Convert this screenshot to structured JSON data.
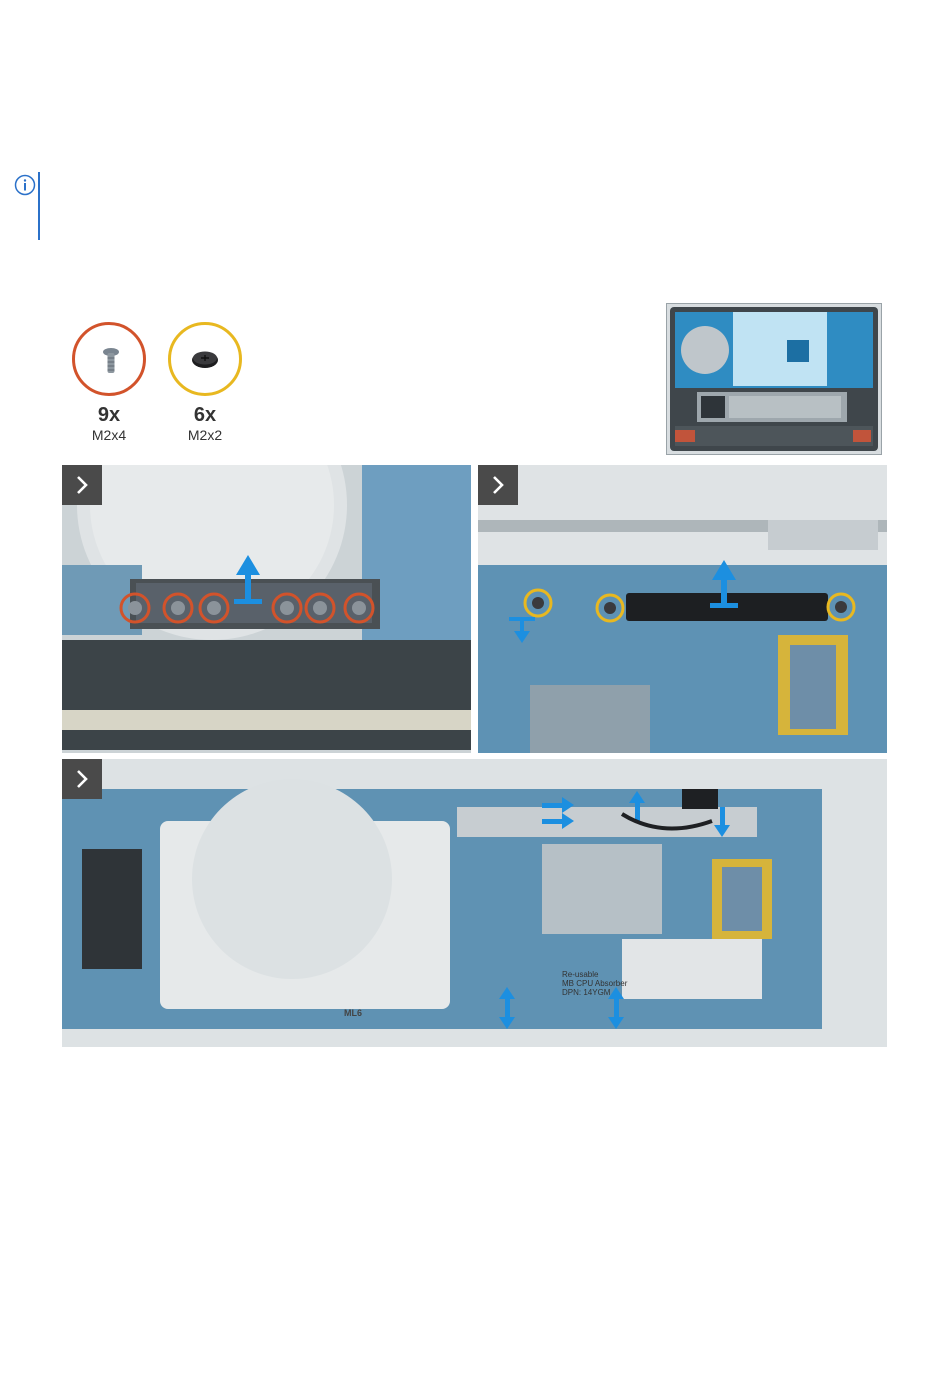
{
  "note": {
    "icon": "info-circle-icon",
    "accent": "#2b71c9"
  },
  "screws": [
    {
      "qty": "9x",
      "size": "M2x4",
      "ring_color": "#d2532b",
      "icon": "screw-m2x4-icon"
    },
    {
      "qty": "6x",
      "size": "M2x2",
      "ring_color": "#e8b820",
      "icon": "screw-m2x2-icon"
    }
  ],
  "overview_image": {
    "icon": "laptop-base-overview-icon"
  },
  "steps": [
    {
      "icon": "chevron-right-icon",
      "arrow_color": "#1c8fe0"
    },
    {
      "icon": "chevron-right-icon",
      "arrow_color": "#1c8fe0"
    },
    {
      "icon": "chevron-right-icon",
      "arrow_color": "#1c8fe0"
    }
  ],
  "board_labels": {
    "label_ml6": "ML6",
    "label_absorber_1": "Re-usable",
    "label_absorber_2": "MB CPU Absorber",
    "label_absorber_3": "DPN: 14YGM"
  }
}
